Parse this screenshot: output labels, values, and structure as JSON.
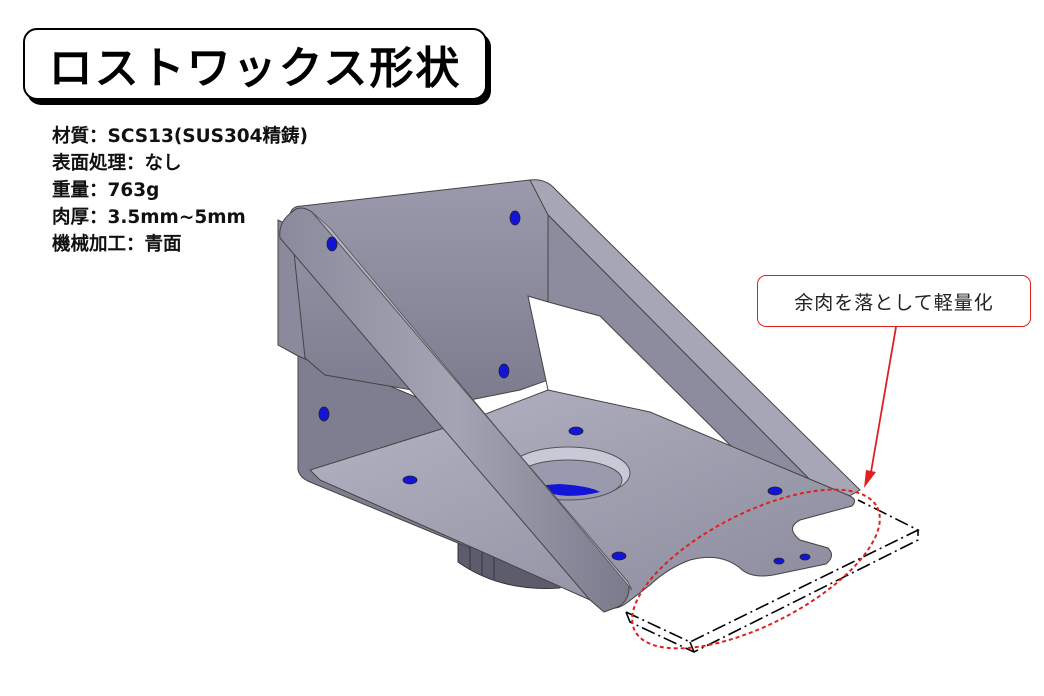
{
  "title": "ロストワックス形状",
  "specs": [
    "材質：SCS13(SUS304精鋳)",
    "表面処理：なし",
    "重量：763g",
    "肉厚：3.5mm~5mm",
    "機械加工：青面"
  ],
  "callout": "余肉を落として軽量化",
  "colors": {
    "part_fill": "#8f8fa0",
    "part_dark": "#6e6e80",
    "part_light": "#b8b8c6",
    "machined_blue": "#1414d8",
    "callout_red": "#e02020"
  }
}
